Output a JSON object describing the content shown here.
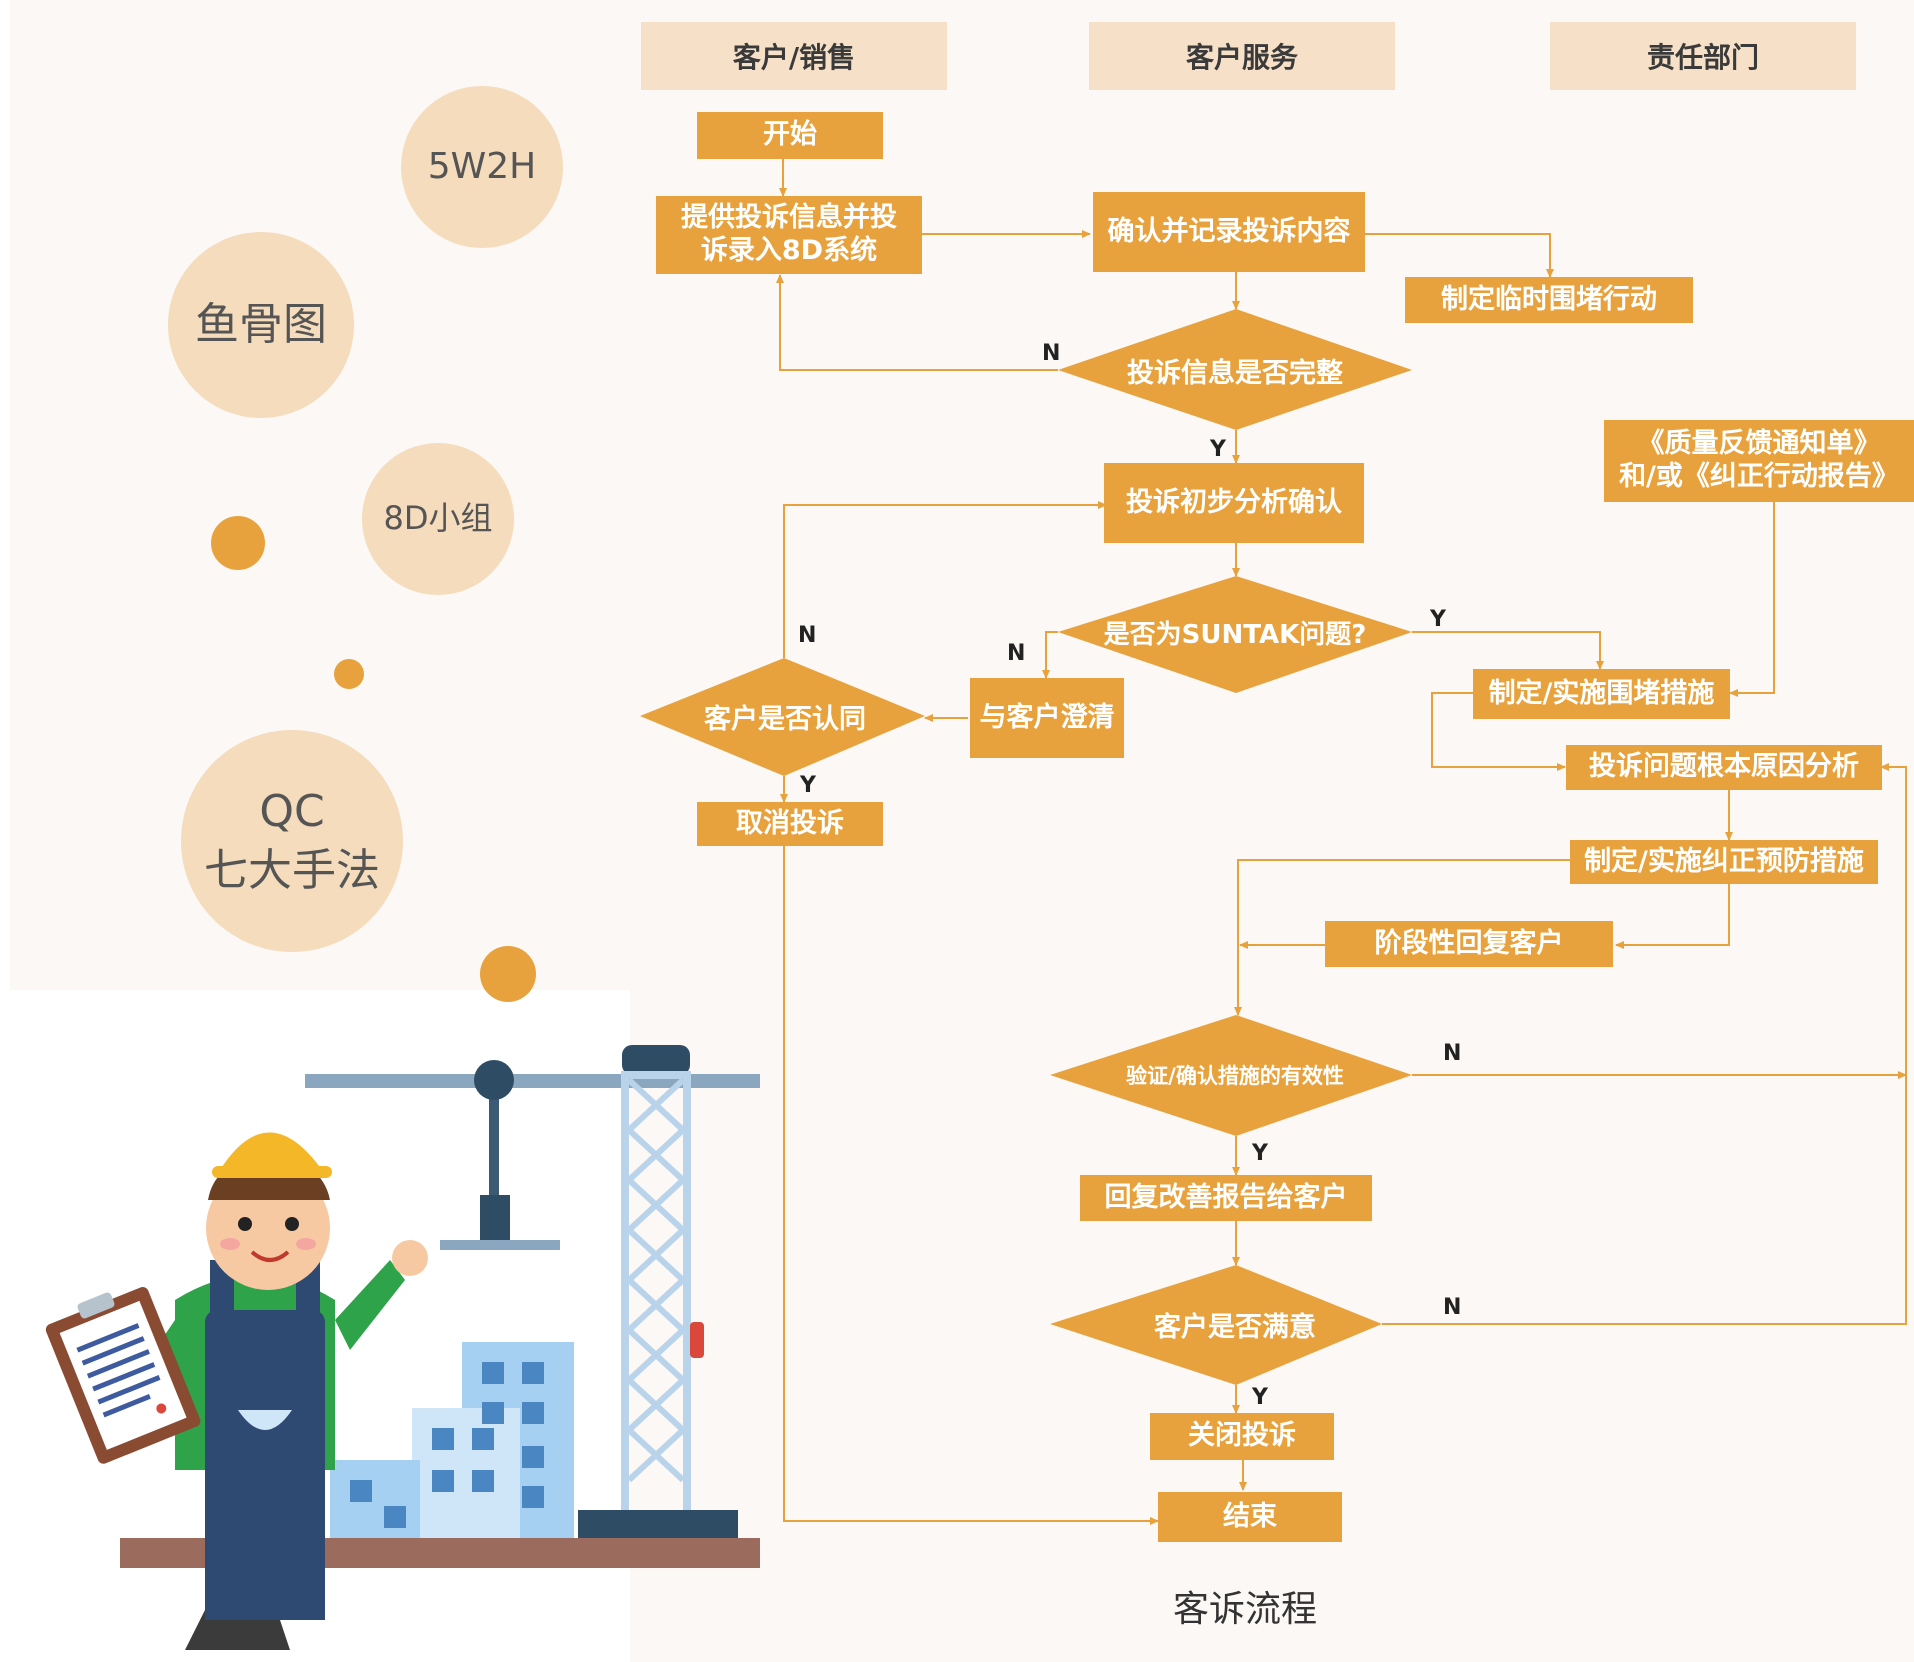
{
  "lanes": [
    "客户/销售",
    "客户服务",
    "责任部门"
  ],
  "tools": [
    "5W2H",
    "鱼骨图",
    "8D小组",
    "QC\n七大手法"
  ],
  "nodes": {
    "start": "开始",
    "provide_info": "提供投诉信息并投\n诉录入8D系统",
    "confirm_record": "确认并记录投诉内容",
    "temp_containment": "制定临时围堵行动",
    "info_complete": "投诉信息是否完整",
    "report_doc": "《质量反馈通知单》\n和/或《纠正行动报告》",
    "prelim_analysis": "投诉初步分析确认",
    "is_suntak": "是否为SUNTAK问题?",
    "clarify": "与客户澄清",
    "customer_agree": "客户是否认同",
    "containment_measures": "制定/实施围堵措施",
    "root_cause": "投诉问题根本原因分析",
    "cancel": "取消投诉",
    "corrective_measures": "制定/实施纠正预防措施",
    "stage_reply": "阶段性回复客户",
    "verify": "验证/确认措施的有效性",
    "reply_report": "回复改善报告给客户",
    "satisfied": "客户是否满意",
    "close": "关闭投诉",
    "end": "结束"
  },
  "branch_labels": {
    "yes": "Y",
    "no": "N"
  },
  "caption": "客诉流程",
  "colors": {
    "box": "#e8a23d",
    "header": "#f6e1c8",
    "circle": "#f4dcbc",
    "line": "#e8a23d",
    "background": "#fbf8f5"
  }
}
